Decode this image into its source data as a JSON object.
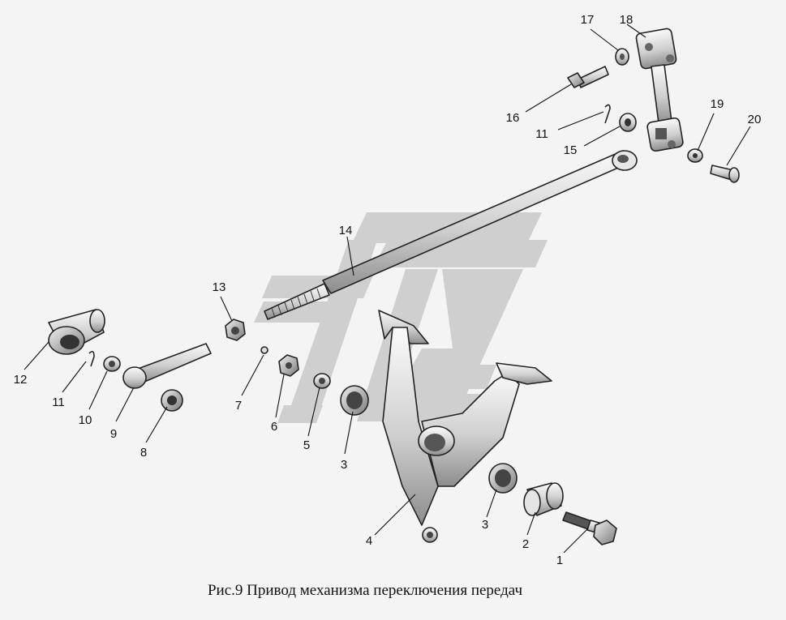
{
  "caption": "Рис.9  Привод механизма переключения передач",
  "callouts": [
    "1",
    "2",
    "3",
    "3",
    "4",
    "5",
    "6",
    "7",
    "8",
    "9",
    "10",
    "11",
    "11",
    "12",
    "13",
    "14",
    "15",
    "16",
    "17",
    "18",
    "19",
    "20"
  ]
}
